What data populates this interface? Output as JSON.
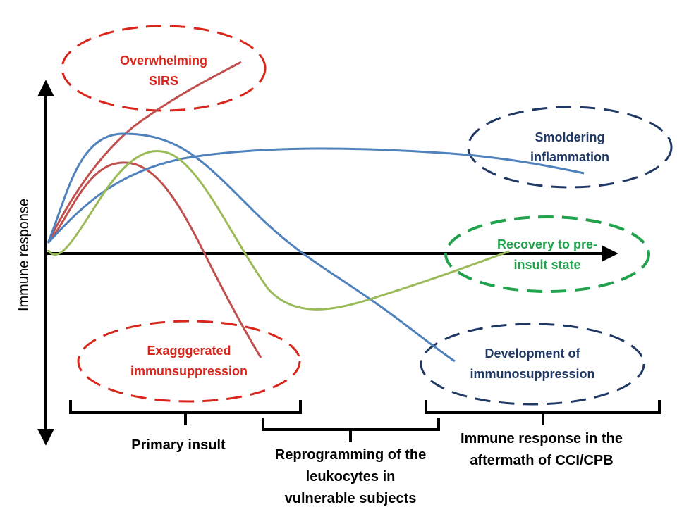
{
  "axis": {
    "y_label": "Immune response"
  },
  "ellipses": {
    "overwhelming_sirs": {
      "line1": "Overwhelming",
      "line2": "SIRS",
      "color": "#d9261c"
    },
    "smoldering": {
      "line1": "Smoldering",
      "line2": "inflammation",
      "color": "#1f3864"
    },
    "recovery": {
      "line1": "Recovery to pre-",
      "line2": "insult state",
      "color": "#23a24d"
    },
    "exaggerated": {
      "line1": "Exagggerated",
      "line2": "immunsuppression",
      "color": "#d9261c"
    },
    "development": {
      "line1": "Development of",
      "line2": "immunosuppression",
      "color": "#1f3864"
    }
  },
  "phases": {
    "primary": {
      "label": "Primary insult"
    },
    "reprogramming": {
      "line1": "Reprogramming of the",
      "line2": "leukocytes in",
      "line3": "vulnerable subjects"
    },
    "aftermath": {
      "line1": "Immune response in the",
      "line2": "aftermath of CCI/CPB"
    }
  },
  "curve_colors": {
    "red": "#c0504d",
    "blue": "#4f81bd",
    "green": "#9bbb59"
  }
}
